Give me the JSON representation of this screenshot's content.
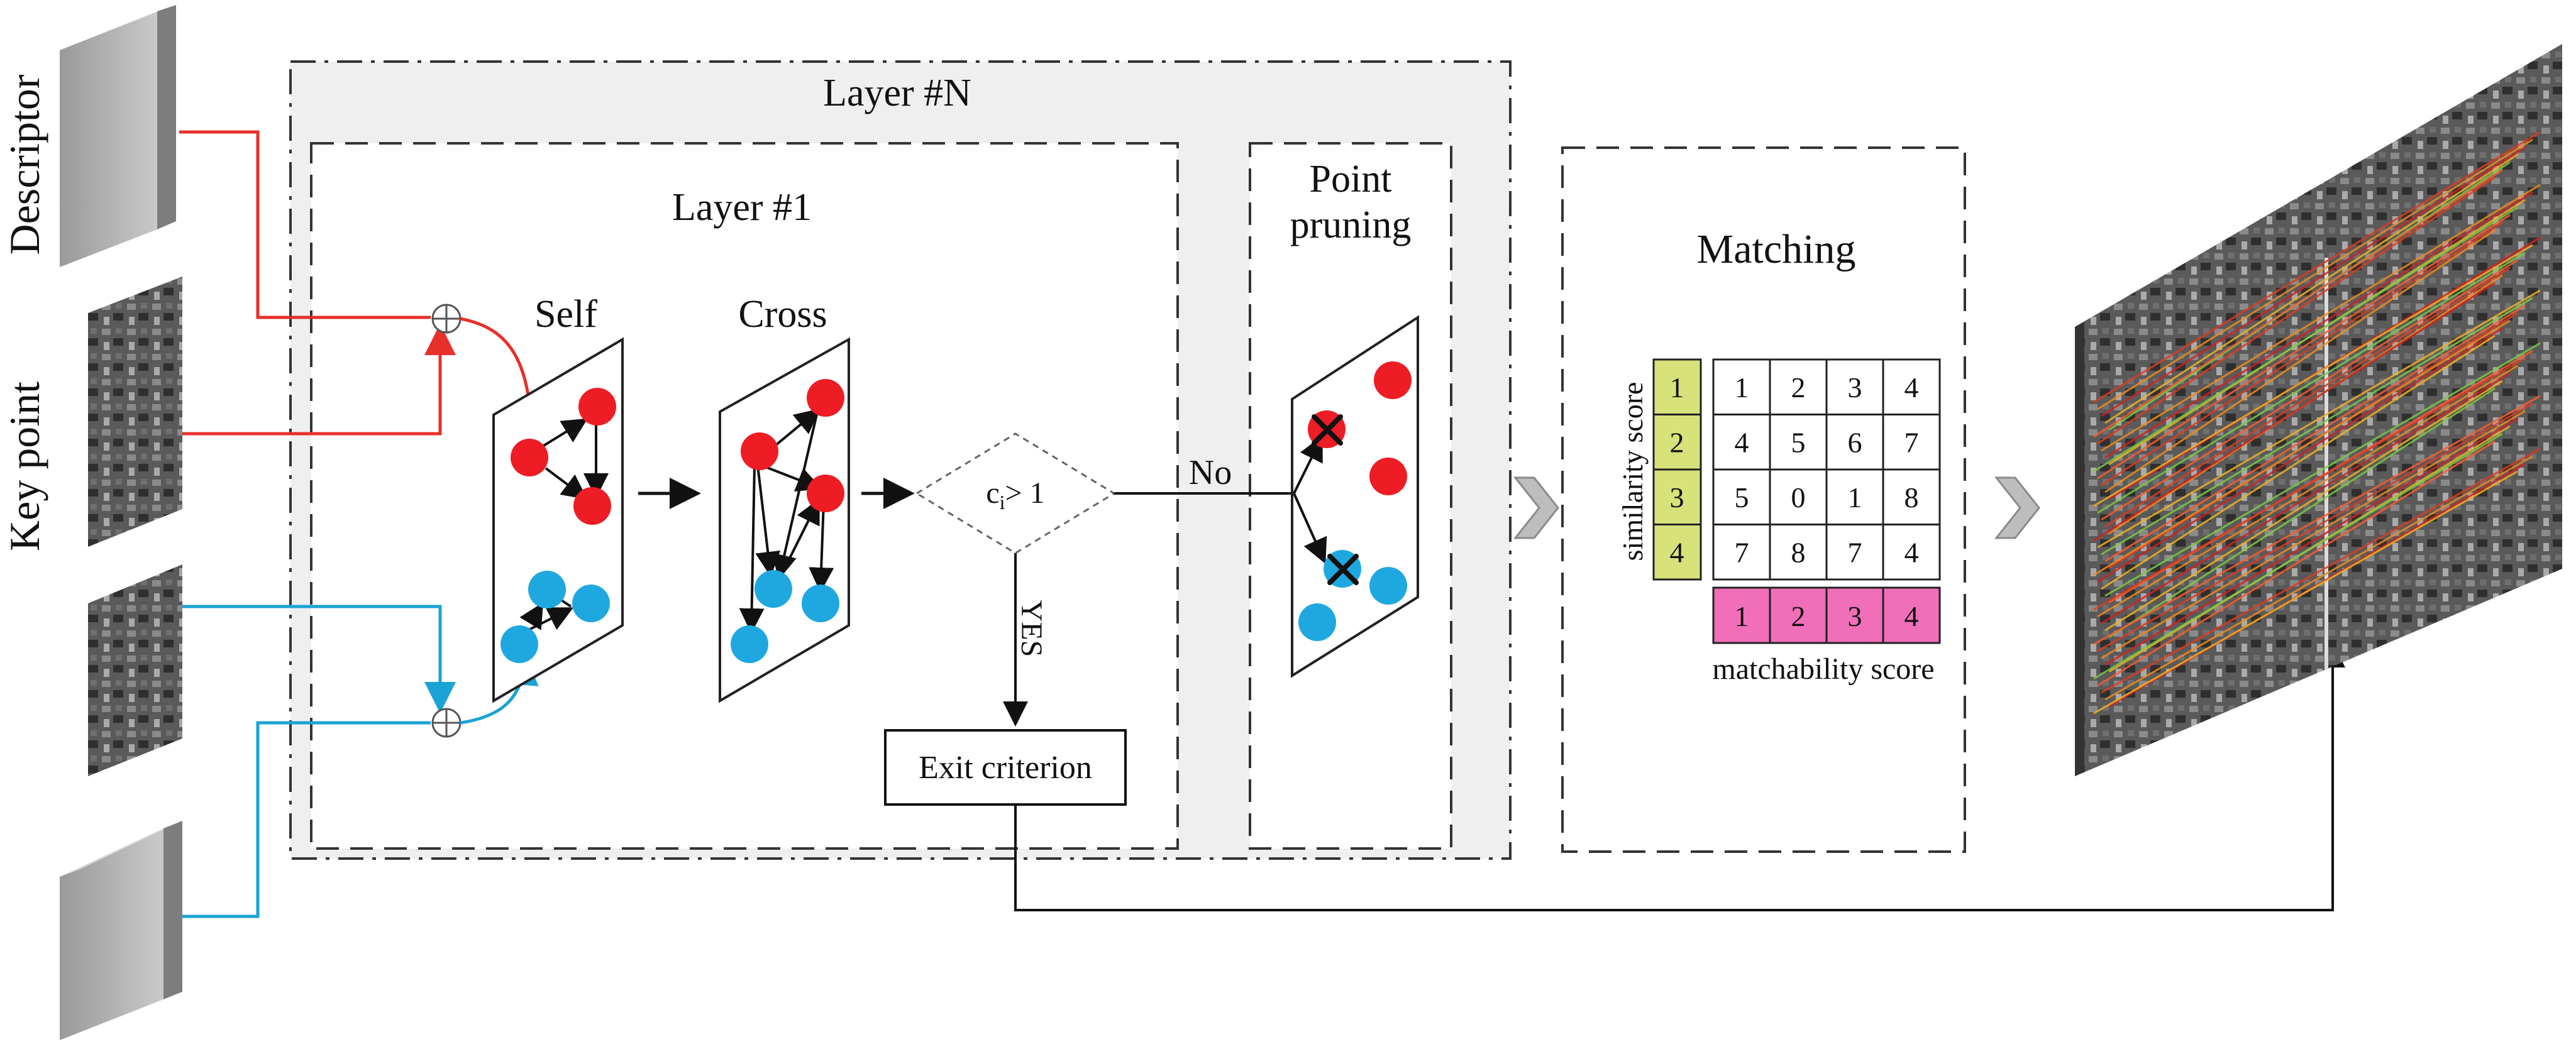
{
  "labels": {
    "descriptor": "Descriptor",
    "key_point": "Key point",
    "layer_n": "Layer #N",
    "layer_1": "Layer #1",
    "self": "Self",
    "cross": "Cross",
    "condition_main": "c",
    "condition_sub": "i",
    "condition_rest": "> 1",
    "no": "No",
    "yes": "YES",
    "exit_criterion": "Exit criterion",
    "point_pruning_line1": "Point",
    "point_pruning_line2": "pruning",
    "matching": "Matching",
    "similarity_score": "similarity score",
    "matchability_score": "matchability score"
  },
  "similarity_column": [
    "1",
    "2",
    "3",
    "4"
  ],
  "matrix": [
    [
      "1",
      "2",
      "3",
      "4"
    ],
    [
      "4",
      "5",
      "6",
      "7"
    ],
    [
      "5",
      "0",
      "1",
      "8"
    ],
    [
      "7",
      "8",
      "7",
      "4"
    ]
  ],
  "matchability_row": [
    "1",
    "2",
    "3",
    "4"
  ],
  "colors": {
    "descriptor_line": "#e8302a",
    "keypoint_line": "#1aa3d4",
    "red_point": "#ee1c24",
    "blue_point": "#1fa8e0",
    "similarity_fill": "#d7e27a",
    "matchability_fill": "#f06fb8",
    "layer_n_fill": "#efefef"
  }
}
